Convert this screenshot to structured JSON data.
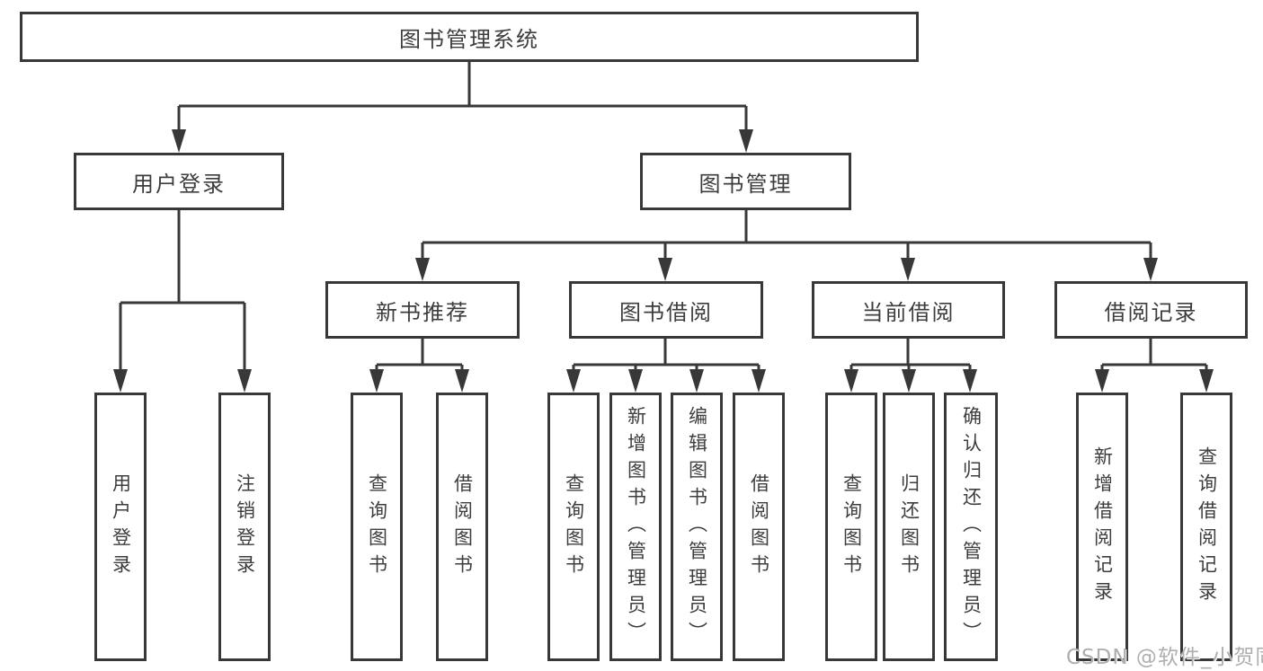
{
  "diagram": {
    "root": {
      "label": "图书管理系统"
    },
    "branches": [
      {
        "label": "用户登录",
        "children": [
          {
            "label": "用户登录"
          },
          {
            "label": "注销登录"
          }
        ]
      },
      {
        "label": "图书管理",
        "children": [
          {
            "label": "新书推荐",
            "children": [
              {
                "label": "查询图书"
              },
              {
                "label": "借阅图书"
              }
            ]
          },
          {
            "label": "图书借阅",
            "children": [
              {
                "label": "查询图书"
              },
              {
                "label": "新增图书（管理员）"
              },
              {
                "label": "编辑图书（管理员）"
              },
              {
                "label": "借阅图书"
              }
            ]
          },
          {
            "label": "当前借阅",
            "children": [
              {
                "label": "查询图书"
              },
              {
                "label": "归还图书"
              },
              {
                "label": "确认归还（管理员）"
              }
            ]
          },
          {
            "label": "借阅记录",
            "children": [
              {
                "label": "新增借阅记录"
              },
              {
                "label": "查询借阅记录"
              }
            ]
          }
        ]
      }
    ]
  },
  "watermark": {
    "text": "CSDN @软件_小贺同学"
  },
  "colors": {
    "line": "#383838",
    "text": "#3d3d3d",
    "background": "#ffffff",
    "watermark": "#aeaeae"
  }
}
